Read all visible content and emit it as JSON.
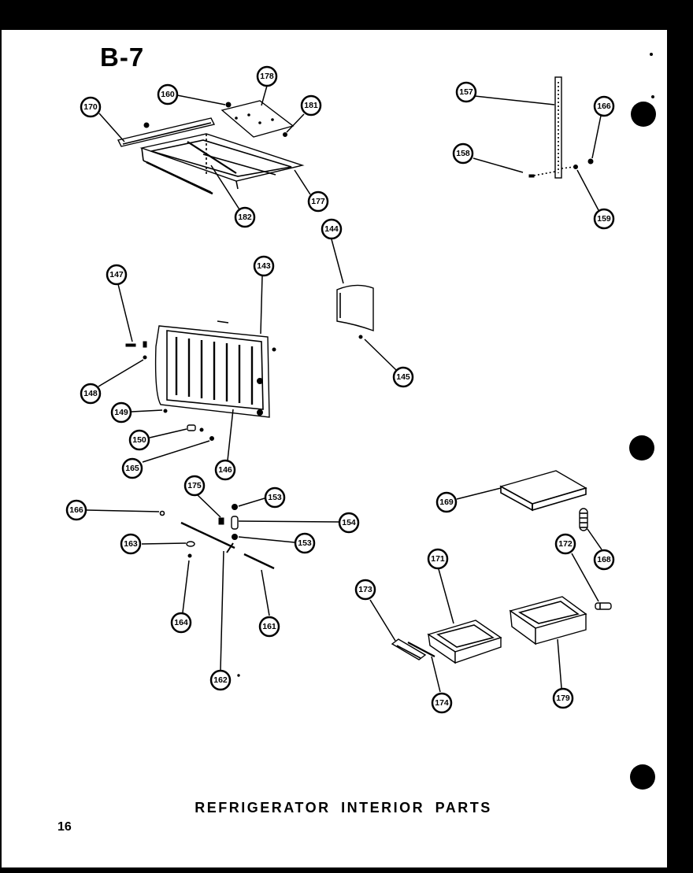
{
  "page": {
    "id": "B-7",
    "caption": "REFRIGERATOR INTERIOR PARTS",
    "page_number": "16"
  },
  "callouts": [
    {
      "label": "170",
      "part": "left-rail"
    },
    {
      "label": "160",
      "part": "rail-screw"
    },
    {
      "label": "178",
      "part": "shelf-plate"
    },
    {
      "label": "181",
      "part": "right-clip"
    },
    {
      "label": "177",
      "part": "shelf-frame"
    },
    {
      "label": "182",
      "part": "divider-bar"
    },
    {
      "label": "157",
      "part": "ladder-rack"
    },
    {
      "label": "158",
      "part": "rack-screw"
    },
    {
      "label": "166",
      "part": "rack-knob"
    },
    {
      "label": "159",
      "part": "rack-washer"
    },
    {
      "label": "144",
      "part": "small-panel"
    },
    {
      "label": "145",
      "part": "panel-clip"
    },
    {
      "label": "143",
      "part": "crisper-cover"
    },
    {
      "label": "147",
      "part": "hinge-pin"
    },
    {
      "label": "148",
      "part": "hinge-bracket"
    },
    {
      "label": "149",
      "part": "spacer"
    },
    {
      "label": "150",
      "part": "latch"
    },
    {
      "label": "165",
      "part": "washer"
    },
    {
      "label": "146",
      "part": "crisper-grille"
    },
    {
      "label": "175",
      "part": "bushing"
    },
    {
      "label": "153",
      "part": "nut-top"
    },
    {
      "label": "154",
      "part": "pin"
    },
    {
      "label": "153",
      "part": "nut-bottom"
    },
    {
      "label": "166",
      "part": "clip"
    },
    {
      "label": "163",
      "part": "retainer"
    },
    {
      "label": "164",
      "part": "screw"
    },
    {
      "label": "161",
      "part": "rod"
    },
    {
      "label": "162",
      "part": "link"
    },
    {
      "label": "169",
      "part": "pan-cover"
    },
    {
      "label": "168",
      "part": "spring"
    },
    {
      "label": "172",
      "part": "roller"
    },
    {
      "label": "171",
      "part": "small-drawer"
    },
    {
      "label": "173",
      "part": "slide-rail"
    },
    {
      "label": "174",
      "part": "slide-strip"
    },
    {
      "label": "179",
      "part": "large-drawer"
    }
  ]
}
